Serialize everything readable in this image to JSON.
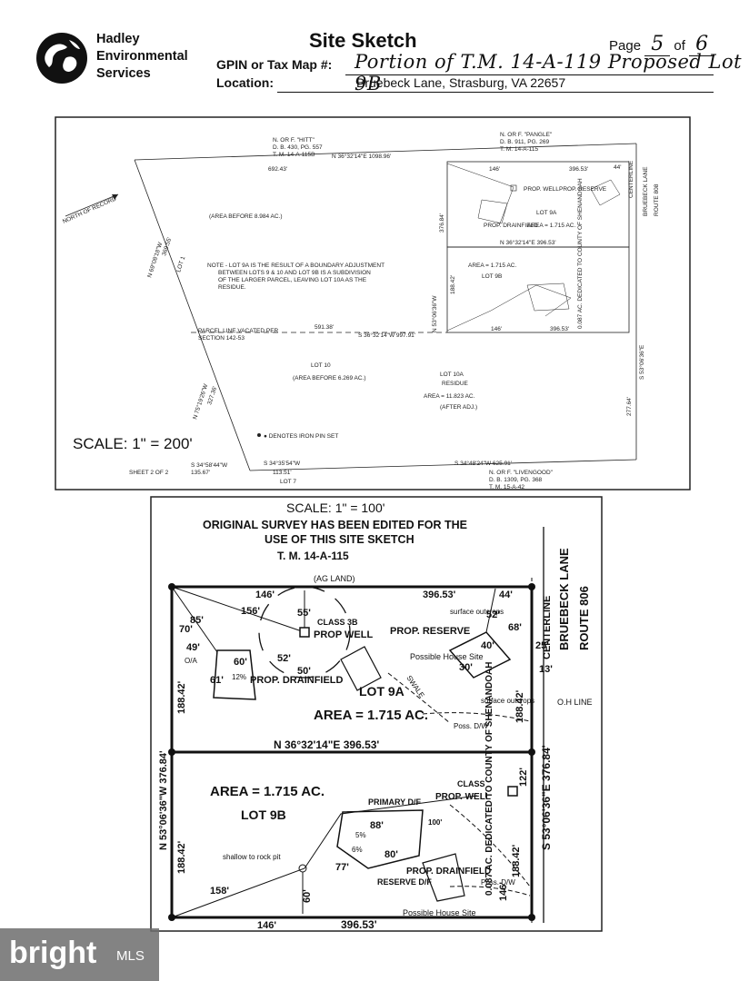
{
  "header": {
    "org_name_line1": "Hadley",
    "org_name_line2": "Environmental",
    "org_name_line3": "Services",
    "title": "Site Sketch",
    "page_label": "Page",
    "page_current": "5",
    "page_of": "of",
    "page_total": "6",
    "gpin_label": "GPIN or Tax Map #:",
    "gpin_value": "Portion of T.M. 14-A-119 Proposed Lot 9B",
    "location_label": "Location:",
    "location_value": "Bruebeck Lane, Strasburg, VA 22657"
  },
  "sketch1": {
    "owner_hitt": "N. OR F. \"HITT\"",
    "hitt_db": "D. B. 430, PG. 557",
    "hitt_tm": "T. M. 14-A-115B",
    "owner_pangle": "N. OR F. \"PANGLE\"",
    "pangle_db": "D. B. 911, PG. 269",
    "pangle_tm": "T. M. 14-A-115",
    "top_bearing": "N 36°32'14\"E 1098.96'",
    "dist_69243": "692.43'",
    "dist_146": "146'",
    "dist_39653_top": "396.53'",
    "dist_44": "44'",
    "north_of_record": "NORTH OF RECORD",
    "area_before_8984": "(AREA BEFORE 8.984 AC.)",
    "left_bearing": "N 69°08'18\"W",
    "left_dist": "369.55'",
    "lot1": "LOT 1",
    "prop_well": "PROP. WELL",
    "prop_reserve": "PROP. RESERVE",
    "prop_drainfield": "PROP. DRAINFIELD",
    "lot9a": "LOT 9A",
    "area_9a": "AREA = 1.715 AC.",
    "dist_37684": "376.84'",
    "bearing_left_9a": "N 53°06'36\"W",
    "mid_bearing": "N 36°32'14\"E 396.53'",
    "dist_18842": "188.42'",
    "note_line1": "NOTE - LOT 9A IS THE RESULT OF A BOUNDARY ADJUSTMENT",
    "note_line2": "BETWEEN LOTS 9 & 10 AND LOT 9B IS A SUBDIVISION",
    "note_line3": "OF THE LARGER PARCEL, LEAVING LOT 10A AS THE",
    "note_line4": "RESIDUE.",
    "area_9b": "AREA = 1.715 AC.",
    "lot9b": "LOT 9B",
    "dedicated": "0.087 AC. DEDICATED TO COUNTY OF SHENANDOAH",
    "right_bearing": "S 53°06'36\"E",
    "road_name": "BRUEBECK LANE",
    "route": "ROUTE 808",
    "centerline": "CENTERLINE",
    "parcel_line_vacated": "PARCEL LINE VACATED PER",
    "section": "SECTION 142-53",
    "dist_59138": "591.38'",
    "lower_bearing": "S 36°32'14\"W 997.91'",
    "lot10": "LOT 10",
    "area_before_6269": "(AREA BEFORE 6.269 AC.)",
    "lot10a": "LOT 10A",
    "residue": "RESIDUE",
    "area_10a": "AREA = 11.823 AC.",
    "after_adj": "(AFTER ADJ.)",
    "left_lower_bearing": "N 75°19'26\"W",
    "left_lower_dist": "327.36'",
    "dist_27764": "277.64'",
    "iron_pin": "● DENOTES IRON PIN SET",
    "scale": "SCALE: 1\" = 200'",
    "sheet": "SHEET 2 OF 2",
    "b1": "S 34°58'44\"W",
    "b1d": "135.67'",
    "b2": "S 34°35'54\"W",
    "b2d": "113.51'",
    "b3": "S 34°48'24\"W 625.91'",
    "lot7": "LOT 7",
    "owner_livengood": "N. OR F. \"LIVENGOOD\"",
    "liv_db": "D. B. 1309, PG. 368",
    "liv_tm": "T. M. 15-A-42"
  },
  "sketch2": {
    "scale": "SCALE: 1\" = 100'",
    "edit_note1": "ORIGINAL SURVEY HAS BEEN EDITED FOR THE",
    "edit_note2": "USE OF THIS SITE SKETCH",
    "tm": "T. M. 14-A-115",
    "ag_land": "(AG LAND)",
    "d146_top": "146'",
    "d39653_top": "396.53'",
    "d44": "44'",
    "surface_outcrops": "surface outcrops",
    "d85": "85'",
    "d156": "156'",
    "d55": "55'",
    "class3b": "CLASS 3B",
    "prop_well": "PROP WELL",
    "prop_reserve": "PROP. RESERVE",
    "d52": "52'",
    "d68": "68'",
    "d70": "70'",
    "d49": "49'",
    "oa": "O/A",
    "d60": "60'",
    "d50": "50'",
    "d52b": "52'",
    "possible_house": "Possible House Site",
    "d25": "25'",
    "centerline": "CENTERLINE",
    "d13": "13'",
    "oh_line": "O.H LINE",
    "bruebeck": "BRUEBECK LANE",
    "route": "ROUTE 806",
    "d40": "40'",
    "d30": "30'",
    "d61": "61'",
    "pct12": "12%",
    "prop_drainfield": "PROP. DRAINFIELD",
    "lot9a": "LOT 9A",
    "swale": "SWALE",
    "surface_outcrops2": "surface outcrops",
    "area_9a": "AREA = 1.715 AC.",
    "poss_dw": "Poss. D/W",
    "d18842_9a": "188.42'",
    "left_bearing": "N 53°06'36\"W 376.84'",
    "d18842_left": "188.42'",
    "mid_bearing": "N 36°32'14\"E 396.53'",
    "right_bearing": "S 53°06'36\"E 376.84'",
    "area_9b": "AREA = 1.715 AC.",
    "lot9b": "LOT 9B",
    "primary_df": "PRIMARY D/F",
    "class_label": "CLASS",
    "prop_well2": "PROP. WELL",
    "dedicated": "0.087 AC. DEDICATED TO COUNTY OF SHENANDOAH",
    "d88": "88'",
    "d100": "100'",
    "pct5": "5%",
    "pct6": "6%",
    "d80": "80'",
    "shallow_rock": "shallow to rock pit",
    "d77": "77'",
    "prop_drainfield2": "PROP. DRAINFIELD",
    "reserve_df": "RESERVE D/F",
    "poss_dw2": "Poss. D/W",
    "d18842_right": "188.42'",
    "d122": "122'",
    "d146_right": "146'",
    "d158": "158'",
    "d60b": "60'",
    "d146_bottom": "146'",
    "d39653_bottom": "396.53'",
    "possible_house2": "Possible House Site"
  },
  "watermark": {
    "brand": "bright",
    "suffix": "MLS"
  }
}
